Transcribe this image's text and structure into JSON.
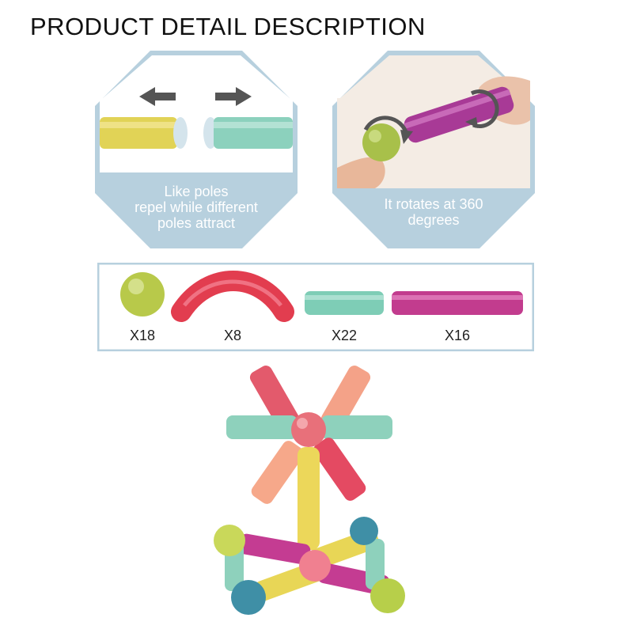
{
  "title": "PRODUCT DETAIL DESCRIPTION",
  "features": [
    {
      "caption_lines": [
        "Like poles",
        "repel while different",
        "poles attract"
      ],
      "illustration": "magnet-repel"
    },
    {
      "caption_lines": [
        "It rotates at 360",
        "degrees"
      ],
      "illustration": "ball-rotate"
    }
  ],
  "parts": [
    {
      "name": "ball",
      "count": "X18",
      "color": "#b8c94a"
    },
    {
      "name": "curved-stick",
      "count": "X8",
      "color": "#e23d4f"
    },
    {
      "name": "short-stick",
      "count": "X22",
      "color": "#7ecdb6"
    },
    {
      "name": "long-stick",
      "count": "X16",
      "color": "#c23c8e"
    }
  ],
  "colors": {
    "panel": "#b7d0de",
    "panel_inner": "#ffffff",
    "caption_text": "#ffffff"
  }
}
